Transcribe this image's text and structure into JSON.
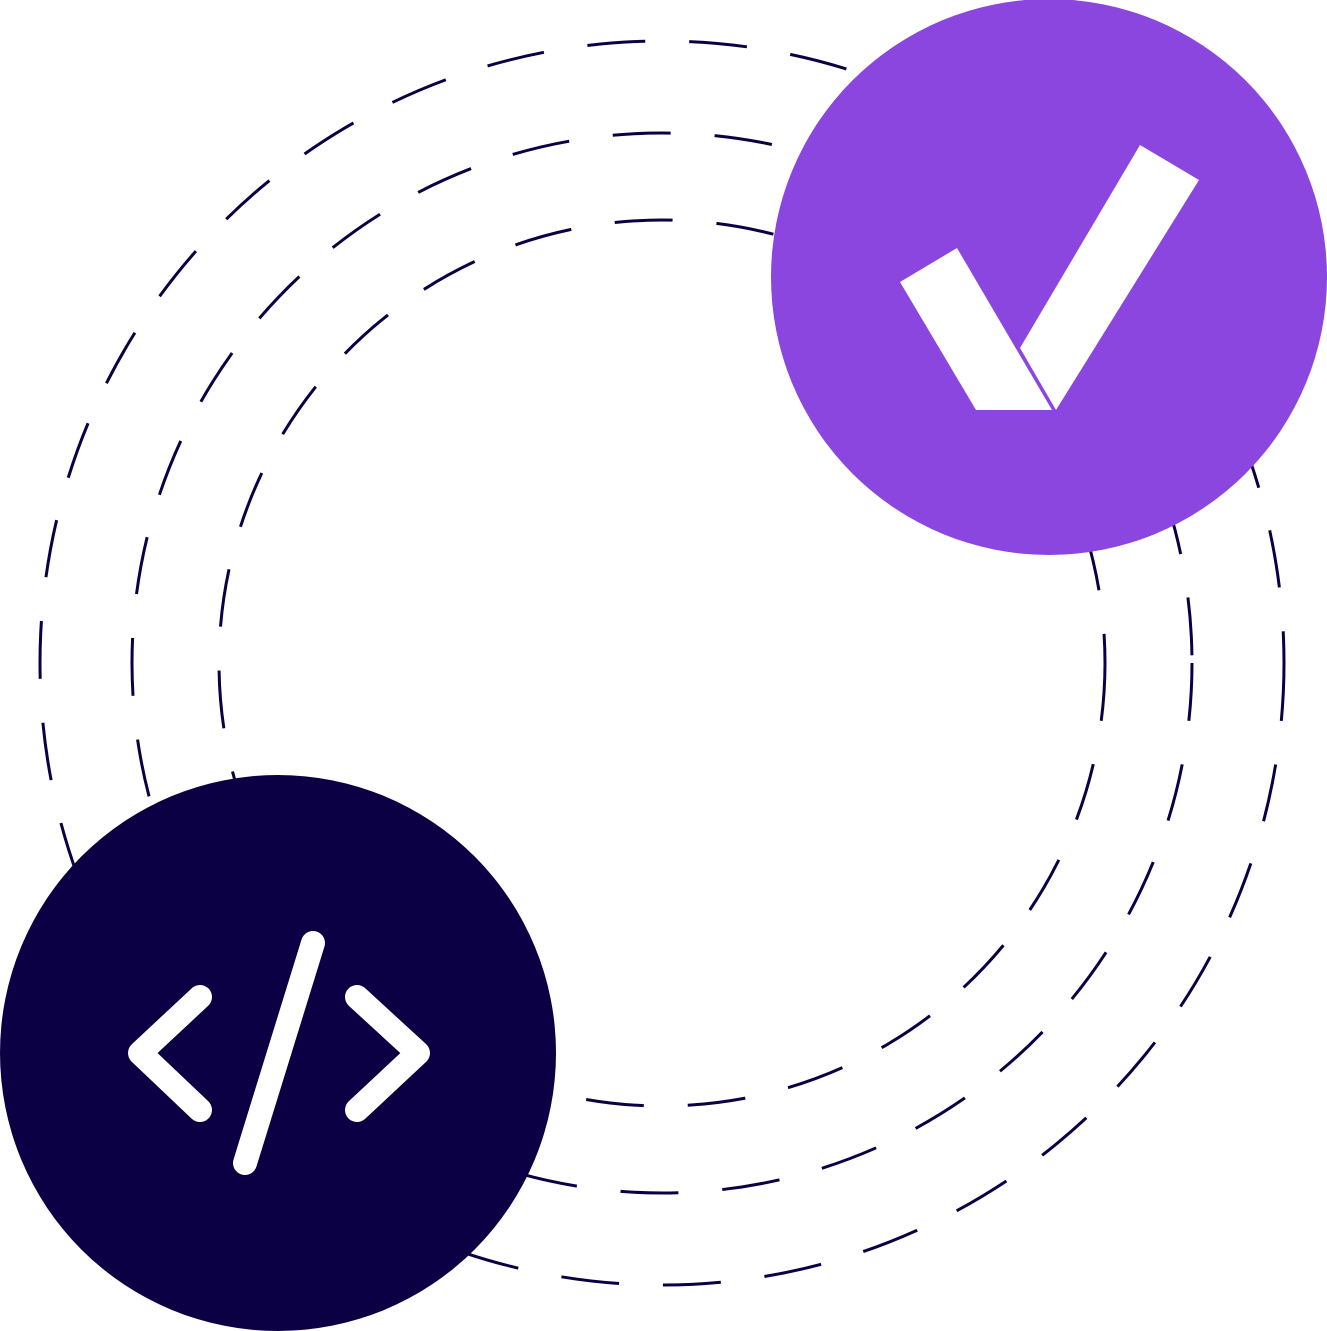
{
  "illustration": {
    "colors": {
      "background": "#ffffff",
      "dashed_rings": "#0c0044",
      "check_badge": "#8c46e0",
      "code_badge": "#0c0044",
      "icon_foreground": "#ffffff"
    },
    "icons": {
      "check_badge": "checkmark-icon",
      "code_badge": "code-brackets-icon"
    },
    "rings": [
      "outer",
      "middle",
      "inner"
    ]
  }
}
